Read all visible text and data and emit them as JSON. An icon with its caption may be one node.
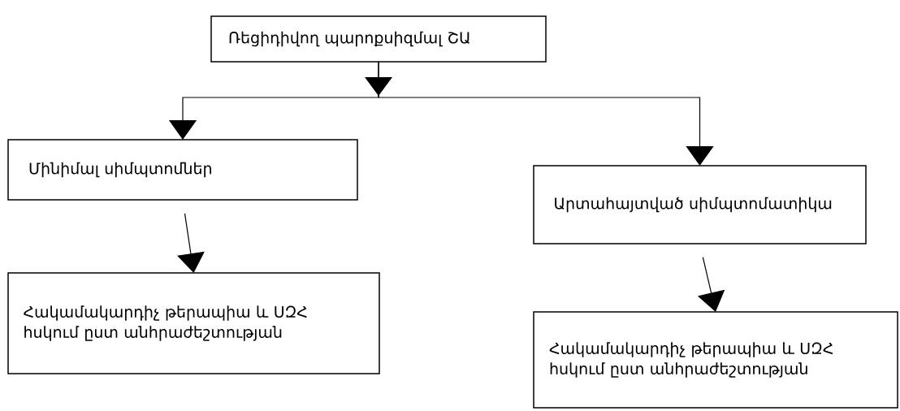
{
  "diagram": {
    "nodes": [
      {
        "text": [
          "Ռեցիդիվող պարոքսիզմալ ՇԱ"
        ]
      },
      {
        "text": [
          "Մինիմալ սիմպտոմներ"
        ]
      },
      {
        "text": [
          "Արտահայտված սիմպտոմատիկա"
        ]
      },
      {
        "text": [
          "Հակամակարդիչ թերապիա և ՍԶՀ հսկում ըստ անհրաժեշտության"
        ]
      },
      {
        "text": [
          "Հակամակարդիչ թերապիա և ՍԶՀ հսկում ըստ անհրաժեշտության"
        ]
      }
    ],
    "edges": [
      {
        "from": 0,
        "to": 1,
        "arrow": "to"
      },
      {
        "from": 0,
        "to": 2,
        "arrow": "to"
      },
      {
        "from": 1,
        "to": 3,
        "arrow": "to"
      },
      {
        "from": 2,
        "to": 4,
        "arrow": "to"
      }
    ]
  }
}
